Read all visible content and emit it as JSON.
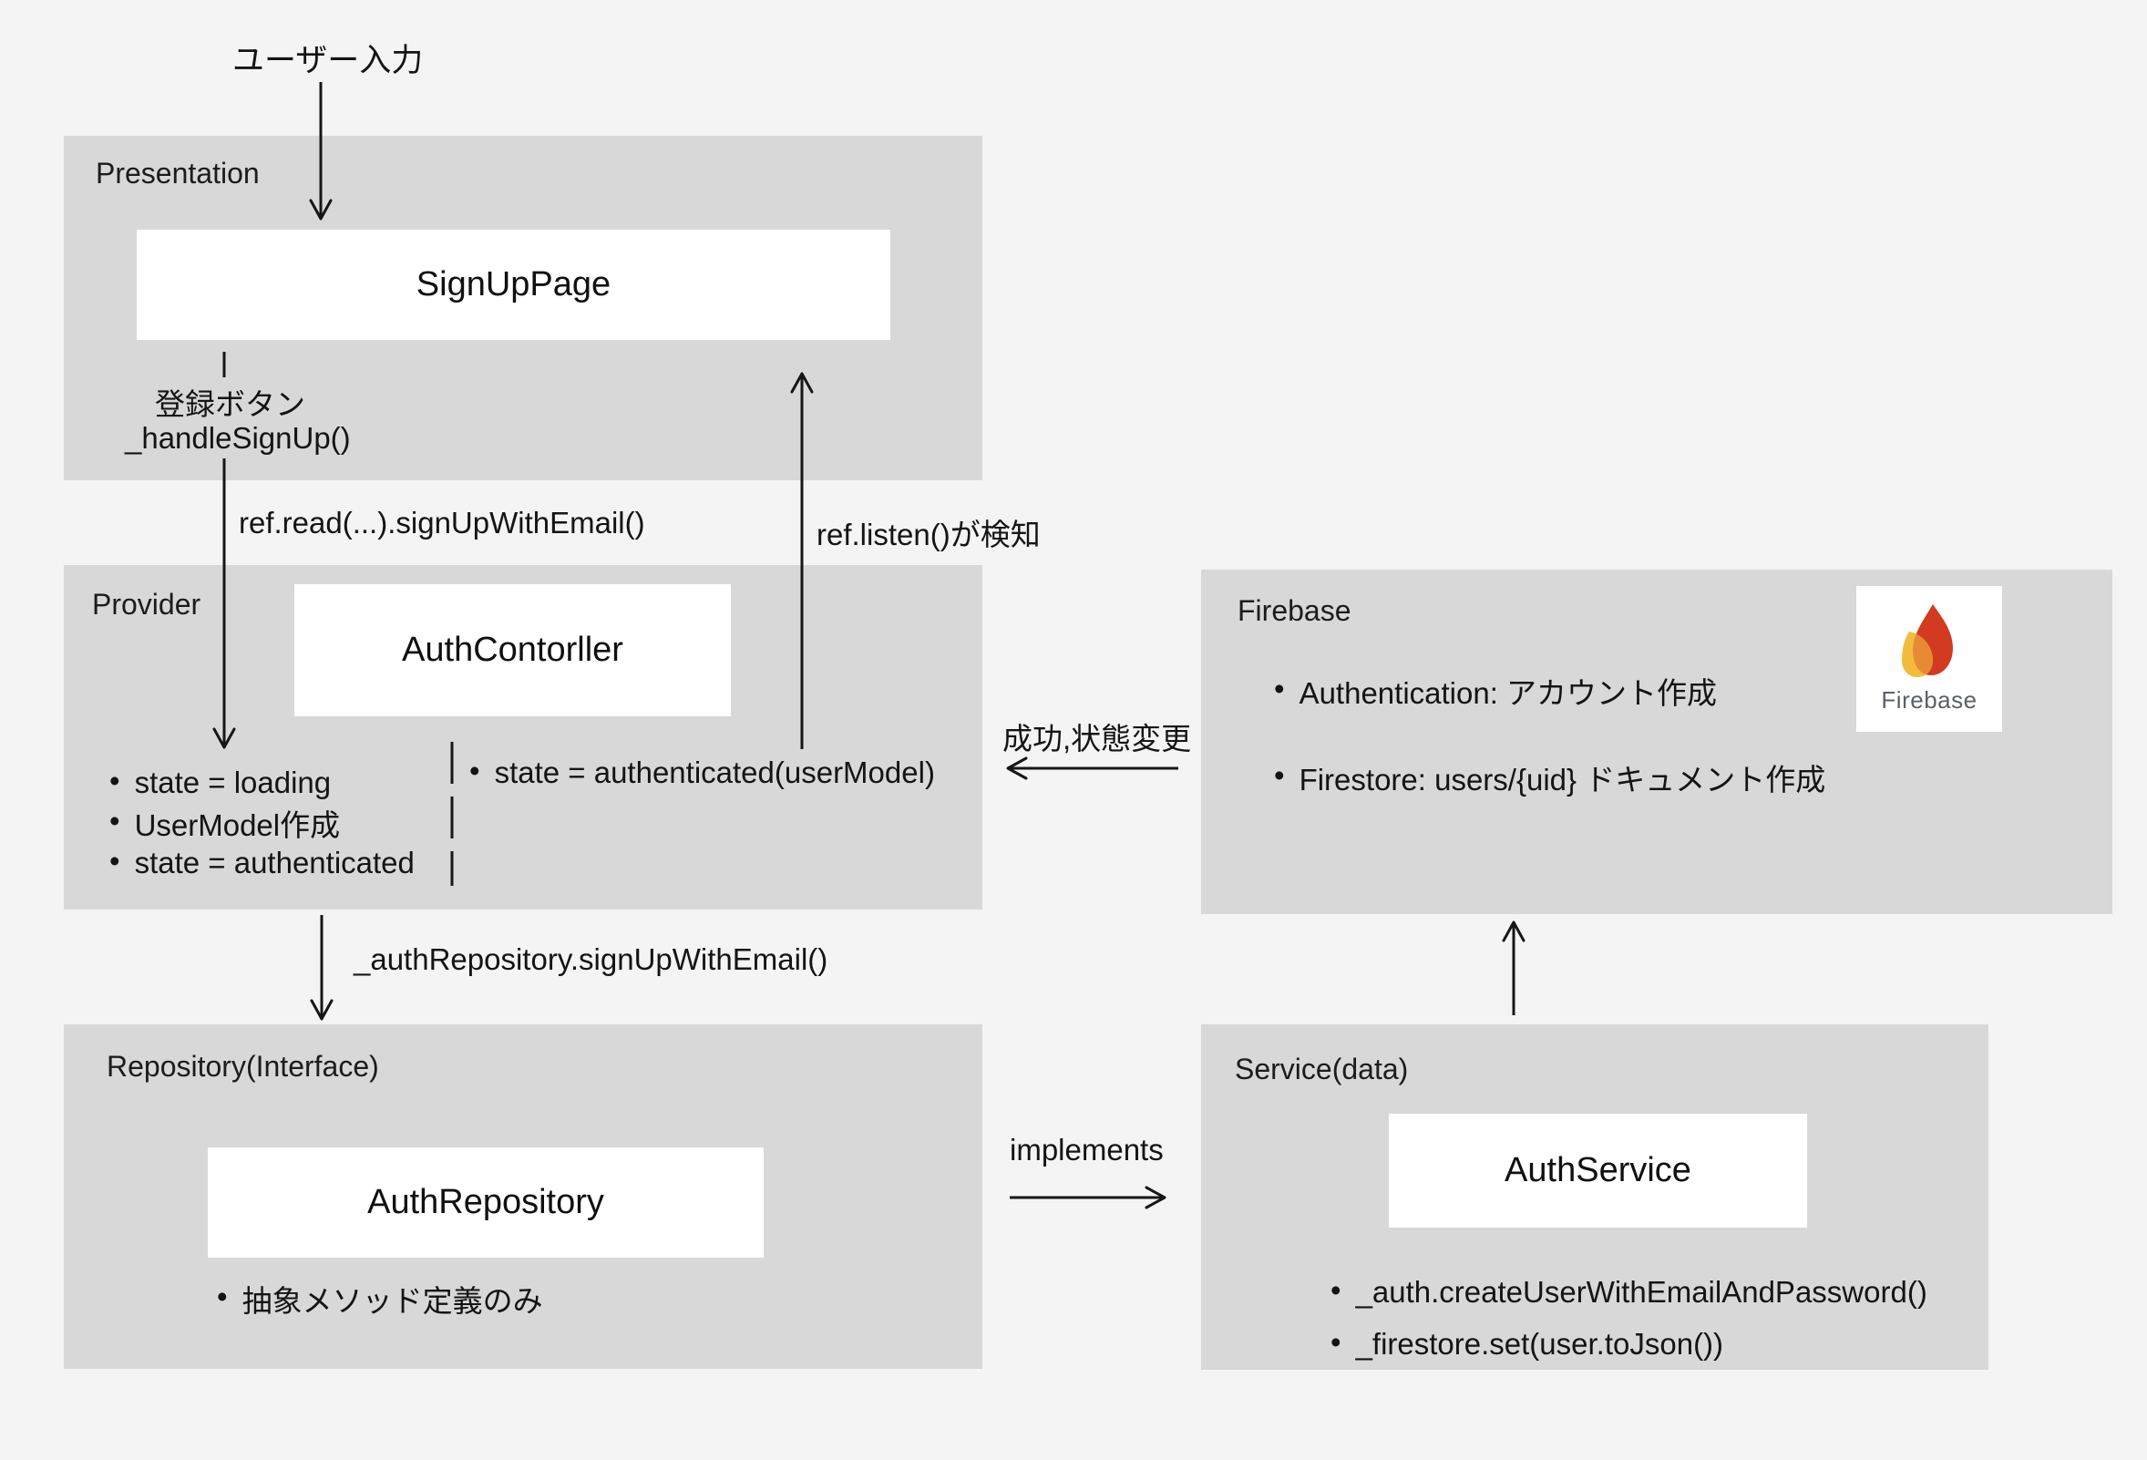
{
  "colors": {
    "background": "#f4f4f5",
    "panel_gray": "#d8d8d8",
    "box_white": "#ffffff",
    "line_black": "#161616",
    "firebase_red": "#d23b20",
    "firebase_yellow": "#f3bb3e",
    "firebase_orange": "#e78a35",
    "firebase_wordmark_gray": "#5b6065"
  },
  "top": {
    "user_input_label": "ユーザー入力"
  },
  "presentation": {
    "label": "Presentation",
    "box_title": "SignUpPage",
    "button_note_line1": "登録ボタン",
    "button_note_line2": "_handleSignUp()"
  },
  "provider": {
    "label": "Provider",
    "box_title": "AuthContorller",
    "bullets": [
      "state = loading",
      "UserModel作成",
      "state = authenticated"
    ],
    "right_bullet": "state = authenticated(userModel)"
  },
  "firebase": {
    "label": "Firebase",
    "bullets": [
      "Authentication: アカウント作成",
      "Firestore: users/{uid} ドキュメント作成"
    ],
    "logo_text": "Firebase"
  },
  "repository": {
    "label": "Repository(Interface)",
    "box_title": "AuthRepository",
    "bullets": [
      "抽象メソッド定義のみ"
    ]
  },
  "service": {
    "label": "Service(data)",
    "box_title": "AuthService",
    "bullets": [
      "_auth.createUserWithEmailAndPassword()",
      "_firestore.set(user.toJson())"
    ]
  },
  "edges": {
    "ref_read": "ref.read(...).signUpWithEmail()",
    "ref_listen": "ref.listen()が検知",
    "success_state_change": "成功,状態変更",
    "auth_repo_call": "_authRepository.signUpWithEmail()",
    "implements": "implements"
  },
  "bullet_char": "•"
}
